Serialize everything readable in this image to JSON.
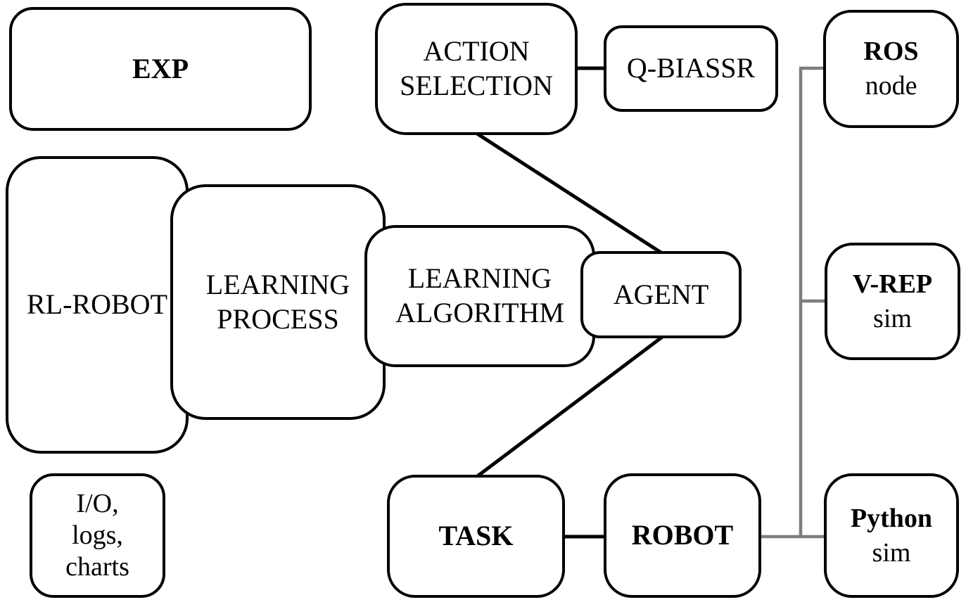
{
  "boxes": {
    "exp": {
      "label": "EXP"
    },
    "action_selection": {
      "line1": "ACTION",
      "line2": "SELECTION"
    },
    "q_biassr": {
      "label": "Q-BIASSR"
    },
    "ros_node": {
      "title": "ROS",
      "subtitle": "node"
    },
    "rl_robot": {
      "label": "RL-ROBOT"
    },
    "learning_process": {
      "line1": "LEARNING",
      "line2": "PROCESS"
    },
    "learning_algorithm": {
      "line1": "LEARNING",
      "line2": "ALGORITHM"
    },
    "agent": {
      "label": "AGENT"
    },
    "io_logs_charts": {
      "line1": "I/O,",
      "line2": "logs,",
      "line3": "charts"
    },
    "task": {
      "label": "TASK"
    },
    "robot": {
      "label": "ROBOT"
    },
    "vrep_sim": {
      "title": "V-REP",
      "subtitle": "sim"
    },
    "python_sim": {
      "title": "Python",
      "subtitle": "sim"
    }
  },
  "colors": {
    "background": "#ffffff",
    "text": "#000000",
    "box_border": "#000000",
    "connector_black": "#000000",
    "connector_gray": "#7d7d7d"
  },
  "connections": [
    {
      "from": "ACTION SELECTION",
      "to": "Q-BIASSR",
      "style": "black-horizontal"
    },
    {
      "from": "ACTION SELECTION",
      "to": "AGENT",
      "style": "black-diagonal"
    },
    {
      "from": "AGENT",
      "to": "TASK",
      "style": "black-diagonal"
    },
    {
      "from": "TASK",
      "to": "ROBOT",
      "style": "black-horizontal"
    },
    {
      "from": "ROBOT",
      "to": "Python sim",
      "style": "gray-horizontal"
    },
    {
      "from": "ROS node",
      "to": "gray-bus",
      "style": "gray"
    },
    {
      "from": "V-REP sim",
      "to": "gray-bus",
      "style": "gray"
    },
    {
      "from": "Python sim",
      "to": "gray-bus",
      "style": "gray"
    }
  ]
}
